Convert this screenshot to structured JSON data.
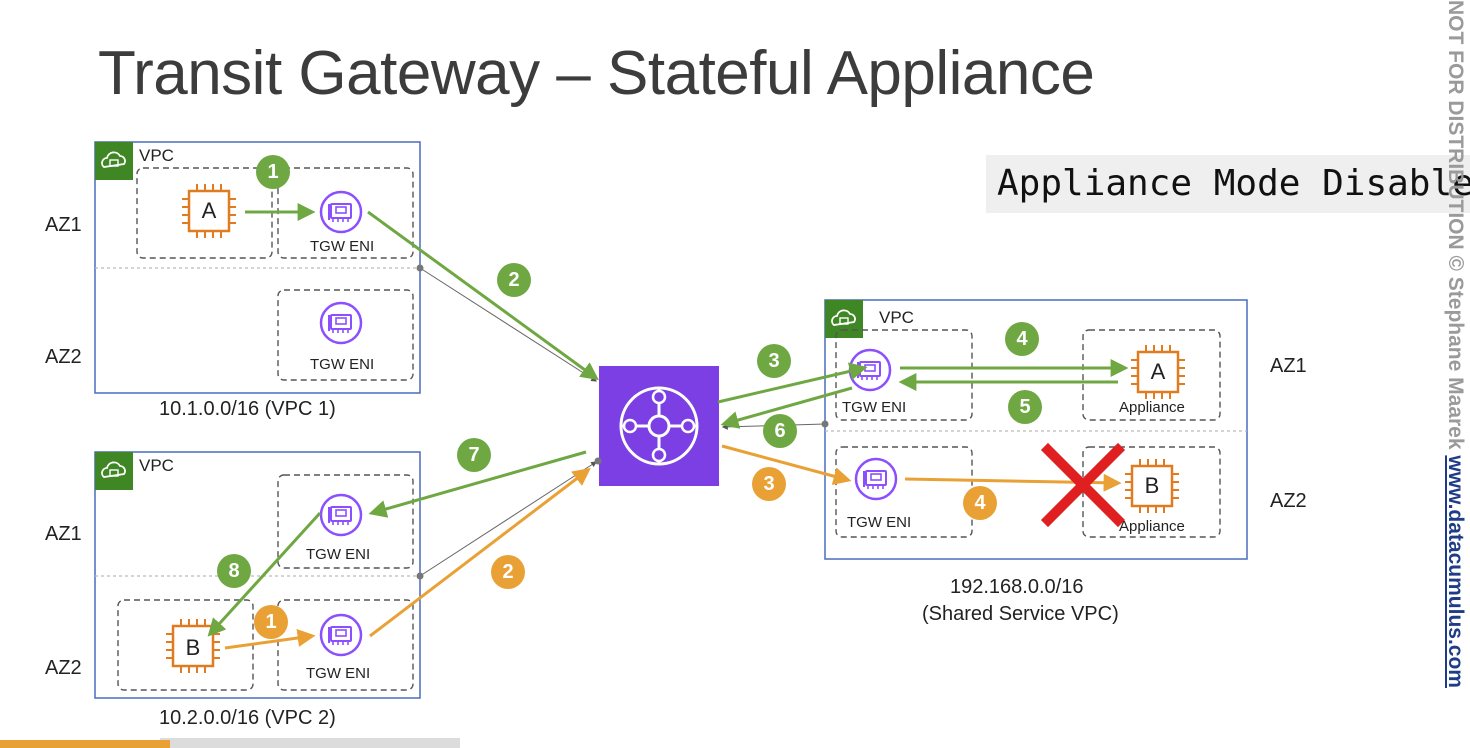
{
  "title": "Transit Gateway – Stateful Appliance",
  "mode_label": "Appliance Mode Disabled",
  "watermark": {
    "copyright": "NOT FOR DISTRIBUTION © Stephane Maarek ",
    "url": "www.datacumulus.com"
  },
  "vpc1": {
    "label": "VPC",
    "cidr": "10.1.0.0/16 (VPC 1)",
    "az1": "AZ1",
    "az2": "AZ2",
    "instance": "A",
    "eni_az1": "TGW ENI",
    "eni_az2": "TGW ENI"
  },
  "vpc2": {
    "label": "VPC",
    "cidr": "10.2.0.0/16 (VPC 2)",
    "az1": "AZ1",
    "az2": "AZ2",
    "instance": "B",
    "eni_az1": "TGW ENI",
    "eni_az2": "TGW ENI"
  },
  "shared_vpc": {
    "label": "VPC",
    "cidr_line1": "192.168.0.0/16",
    "cidr_line2": "(Shared Service VPC)",
    "az1": "AZ1",
    "az2": "AZ2",
    "eni_az1": "TGW ENI",
    "eni_az2": "TGW ENI",
    "appliance_a": "A",
    "appliance_a_label": "Appliance",
    "appliance_b": "B",
    "appliance_b_label": "Appliance"
  },
  "steps": {
    "g1": "1",
    "g2": "2",
    "g3": "3",
    "g4": "4",
    "g5": "5",
    "g6": "6",
    "g7": "7",
    "g8": "8",
    "o1": "1",
    "o2": "2",
    "o3": "3",
    "o4": "4"
  },
  "colors": {
    "green_flow": "#6fa843",
    "orange_flow": "#e9a135",
    "vpc_border": "#4a6bbd",
    "vpc_icon": "#3f8624",
    "eni_purple": "#8c4fff",
    "chip_orange": "#e07b20",
    "tgw_purple": "#7b3fe4",
    "blocked_red": "#e02020"
  }
}
